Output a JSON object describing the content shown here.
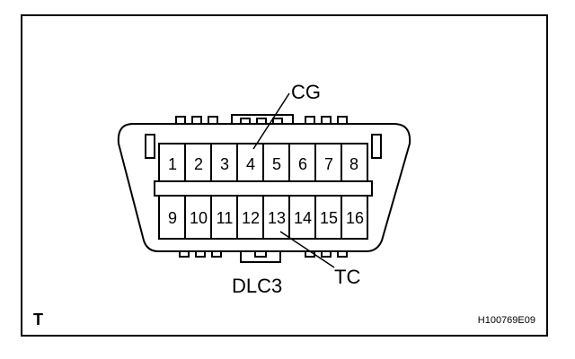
{
  "callouts": {
    "top": "CG",
    "bottom_right": "TC",
    "bottom_left": "DLC3"
  },
  "pins_top": [
    "1",
    "2",
    "3",
    "4",
    "5",
    "6",
    "7",
    "8"
  ],
  "pins_bottom": [
    "9",
    "10",
    "11",
    "12",
    "13",
    "14",
    "15",
    "16"
  ],
  "corner_letter": "T",
  "figure_code": "H100769E09",
  "colors": {
    "line": "#000000",
    "background": "#ffffff"
  }
}
